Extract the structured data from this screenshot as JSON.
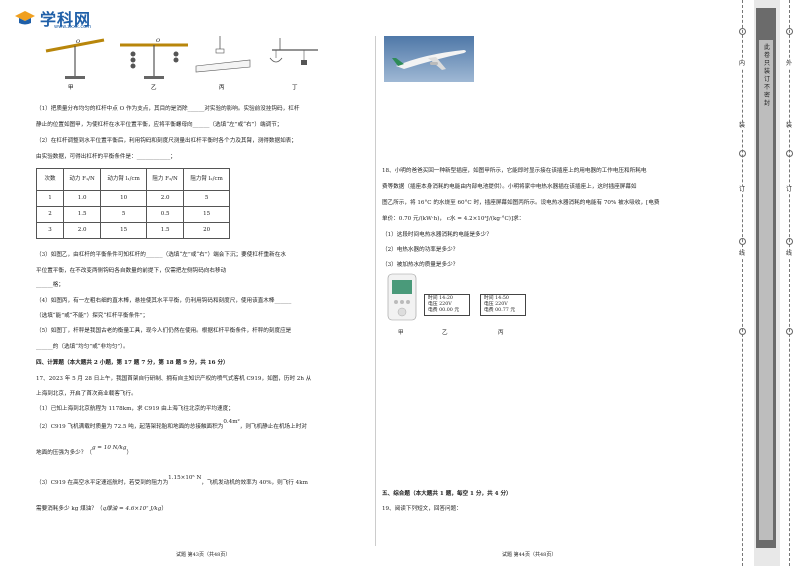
{
  "logo": {
    "name": "学科网",
    "sub": "www.zxxk.com"
  },
  "left": {
    "fig_labels": [
      "甲",
      "乙",
      "丙",
      "丁"
    ],
    "q1a": "（1）把质量分布均匀的杠杆中点 O 作为支点，其目的是消除______对实验的影响。实验前没挂钩码，杠杆",
    "q1b": "静止的位置如图甲，为使杠杆在水平位置平衡，应将平衡螺母向______（选填“左”或“右”）端调节；",
    "q2a": "（2）在杠杆调整到水平位置平衡后，利用钩码和刻度尺测量出杠杆平衡时各个力及其臂，测得数据如表；",
    "q2b": "由实验数据，可得出杠杆的平衡条件是：____________；",
    "table": {
      "headers": [
        "次数",
        "动力 F₁/N",
        "动力臂 l₁/cm",
        "阻力 F₂/N",
        "阻力臂 l₂/cm"
      ],
      "rows": [
        [
          "1",
          "1.0",
          "10",
          "2.0",
          "5"
        ],
        [
          "2",
          "1.5",
          "5",
          "0.5",
          "15"
        ],
        [
          "3",
          "2.0",
          "15",
          "1.5",
          "20"
        ]
      ]
    },
    "q3a": "（3）如图乙，由杠杆的平衡条件可知杠杆的______（选填“左”或“右”）端会下沉；要使杠杆重新在水",
    "q3b": "平位置平衡，在不改变两侧钩码各自数量的前提下，仅需把左侧钩码向右移动",
    "q3c": "______格；",
    "q4a": "（4）如图丙，有一左粗右细的直木棒，悬挂使其水平平衡，仍利用钩码和刻度尺，使用该直木棒______",
    "q4b": "（选填“能”或“不能”）探究“杠杆平衡条件”；",
    "q5a": "（5）如图丁，杆秤是我国古老的衡量工具，现今人们仍然在使用。根据杠杆平衡条件，杆秤的刻度应是",
    "q5b": "______的（选填“均匀”或“非均匀”）。",
    "sec4": "四、计算题（本大题共 2 小题，第 17 题 7 分，第 18 题 9 分，共 16 分）",
    "q17a": "17、2023 年 5 月 28 日上午，我国首架自行研制、拥有自主知识产权的喷气式客机 C919，如图，历时 2h 从",
    "q17b": "上海到北京，开启了首次商业载客飞行。",
    "q17_1": "（1）已知上海到北京航程为 1178km，求 C919 由上海飞往北京的平均速度；",
    "q17_2a": "（2）C919 飞机满载时质量为 72.5 吨，起落架轮胎和地面的总接触面积为",
    "q17_2area": "0.4m²",
    "q17_2b": "，则飞机静止在机场上时对",
    "q17_2c": "地面的压强为多少？（",
    "q17_2g": "g = 10 N/kg",
    "q17_2d": "）",
    "q17_3a": "（3）C919 在高空水平定速巡航时，若受到的阻力为",
    "q17_3f": "1.15×10⁵ N",
    "q17_3b": "，飞机发动机的效率为 40%，则飞行 4km",
    "q17_3c": "需要消耗多少 kg 煤油？（",
    "q17_3q": "q煤油 = 4.6×10⁷ J/kg",
    "q17_3d": "）",
    "footer": "试题 第43页（共48页）"
  },
  "right": {
    "q18a": "18、小明的爸爸买回一种新型插座，如图甲所示，它能即时显示接在该插座上的用电器的工作电压和所耗电",
    "q18b": "费等数据（插座本身消耗的电能由内部电池提供）。小明将家中电热水器插在该插座上，这时插座屏幕如",
    "q18c": "图乙所示，将 16°C 的水烧至 60°C 时，插座屏幕如图丙所示。设电热水器消耗的电能有 70% 被水吸收，[电费",
    "q18d": "单价：0.70 元/(kW·h)， c水 = 4.2×10³J/(kg·°C)]求：",
    "q18_1": "（1）这段时间电热水器消耗的电能是多少？",
    "q18_2": "（2）电热水器的功率是多少？",
    "q18_3": "（3）被加热水的质量是多少？",
    "meter_b": [
      "时间  14:20",
      "电压  220V",
      "电费  00.00 元"
    ],
    "meter_c": [
      "时间  14:50",
      "电压  220V",
      "电费  00.77 元"
    ],
    "fig_labels": [
      "甲",
      "乙",
      "丙"
    ],
    "sec5": "五、综合题（本大题共 1 题，每空 1 分，共 4 分）",
    "q19": "19、阅读下列短文，回答问题：",
    "footer": "试题 第44页（共48页）"
  },
  "gutter": {
    "outer": [
      "外",
      "装",
      "订",
      "线"
    ],
    "mid": "此卷只装订不密封",
    "inner": [
      "内",
      "装",
      "订",
      "线"
    ]
  }
}
